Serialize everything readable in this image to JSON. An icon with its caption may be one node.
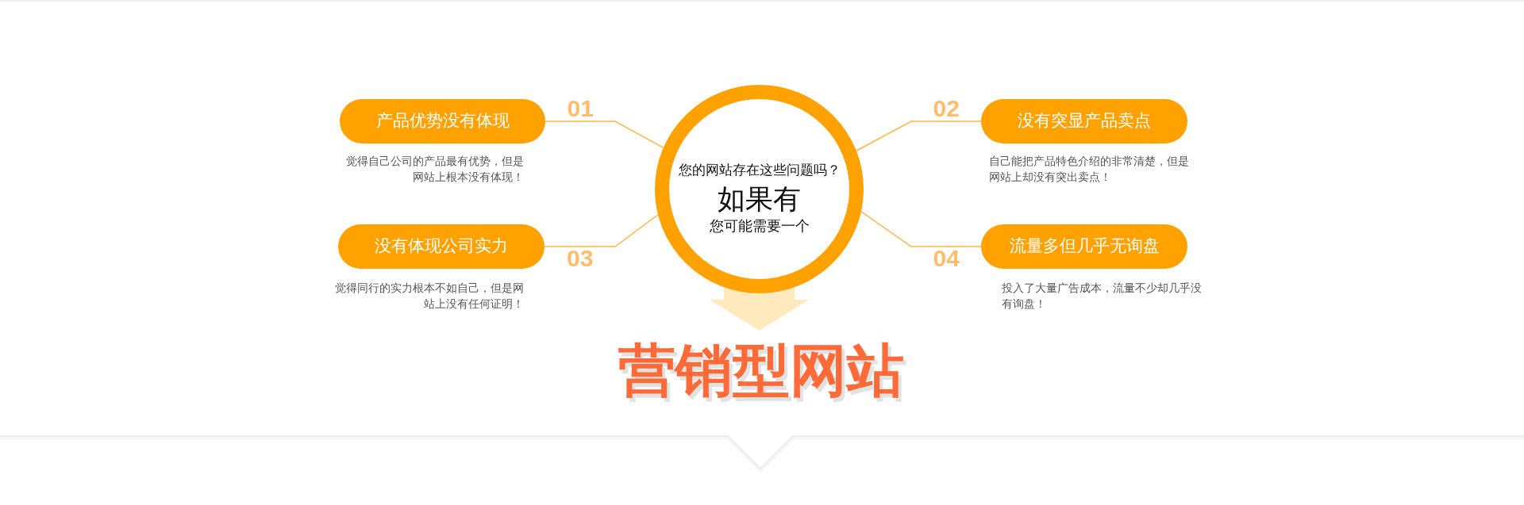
{
  "diagram": {
    "nodes": [
      {
        "text": [
          "您的网站存在这些问题吗？",
          "如果有",
          "您可能需要一个"
        ]
      },
      {
        "text": [
          "产品优势没有体现"
        ],
        "beside": [
          "觉得自己公司的产品最有优势，但是网站上根本没有体现！"
        ]
      },
      {
        "text": [
          "没有突显产品卖点"
        ],
        "beside": [
          "自己能把产品特色介绍的非常清楚，但是网站上却没有突出卖点！"
        ]
      },
      {
        "text": [
          "没有体现公司实力"
        ],
        "beside": [
          "觉得同行的实力根本不如自己，但是网站上没有任何证明！"
        ]
      },
      {
        "text": [
          "流量多但几乎无询盘"
        ],
        "beside": [
          "投入了大量广告成本，流量不少却几乎没有询盘！"
        ]
      },
      {
        "text": [
          "营销型网站"
        ]
      }
    ],
    "edges": [
      {
        "from": 0,
        "to": 1,
        "arrow": "none",
        "label": "01"
      },
      {
        "from": 0,
        "to": 2,
        "arrow": "none",
        "label": "02"
      },
      {
        "from": 0,
        "to": 3,
        "arrow": "none",
        "label": "03"
      },
      {
        "from": 0,
        "to": 4,
        "arrow": "none",
        "label": "04"
      },
      {
        "from": 0,
        "to": 5,
        "arrow": "to",
        "style": "thick",
        "color": "#ffe9bd"
      }
    ]
  }
}
